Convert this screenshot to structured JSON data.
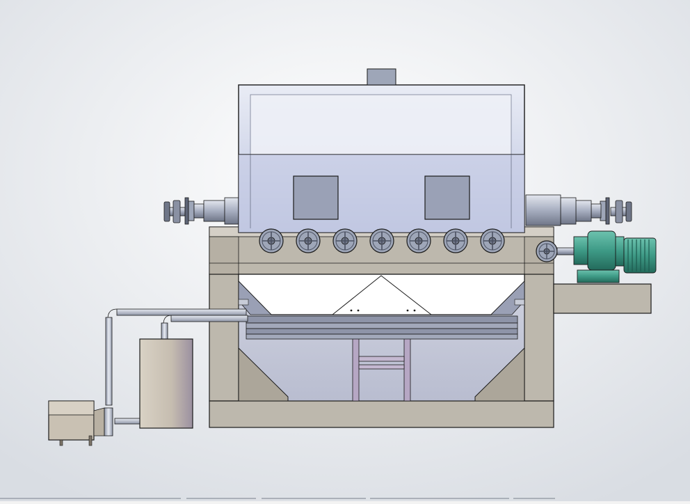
{
  "scene": {
    "subject": "cad-machine-front-view",
    "colors": {
      "background_center": "#ffffff",
      "background_edge": "#d9dde3",
      "frame": "#bdb8ad",
      "frame_dark": "#a9a397",
      "glass": "#c7cfe6",
      "steel": "#9ea6b8",
      "motor": "#3e9a86",
      "tank": "#c9c1b3",
      "outline": "#1a1a1a"
    },
    "handwheel_count": 7,
    "components": [
      "frame",
      "glass-hood",
      "exhaust-vent",
      "inspection-window-left",
      "inspection-window-right",
      "left-shaft",
      "right-shaft",
      "handwheel",
      "hopper",
      "gear-motor",
      "motor-base",
      "tank",
      "pump",
      "pipe"
    ]
  }
}
